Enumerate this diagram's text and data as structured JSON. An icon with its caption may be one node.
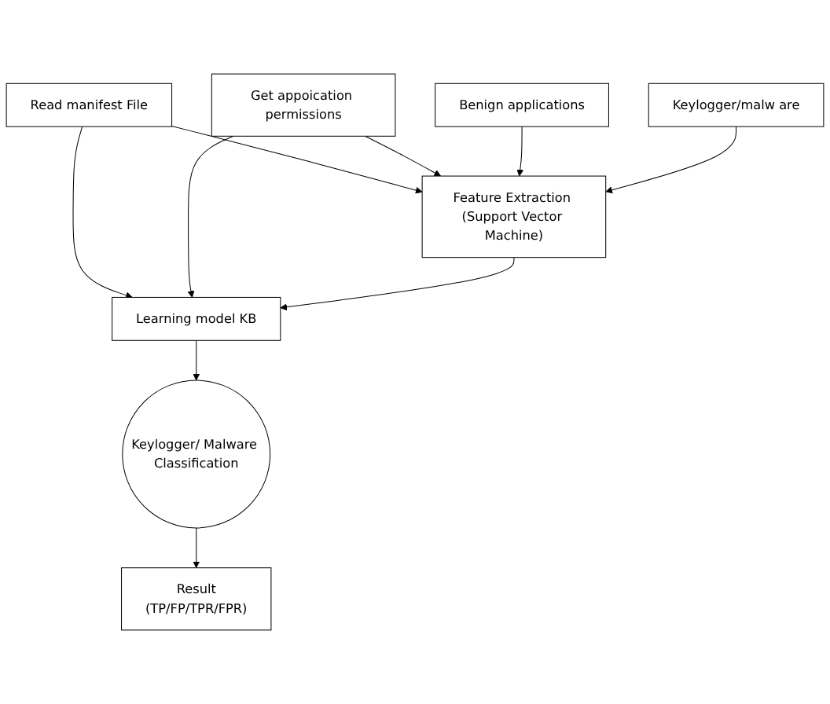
{
  "diagram": {
    "nodes": [
      {
        "text": [
          "Read manifest File"
        ]
      },
      {
        "text": [
          "Feature Extraction (Support Vector Machine)"
        ]
      },
      {
        "text": [
          "Get appoication permissions"
        ]
      },
      {
        "text": [
          "Learning model KB"
        ]
      },
      {
        "text": [
          "Benign applications"
        ]
      },
      {
        "text": [
          "Keylogger/malw are"
        ]
      },
      {
        "text": [
          "Keylogger/ Malware Classification"
        ]
      },
      {
        "text": [
          "Result",
          "(TP/FP/TPR/FPR)"
        ]
      }
    ],
    "edges": [
      {
        "from": 0,
        "to": 1,
        "arrow": "to"
      },
      {
        "from": 0,
        "to": 3,
        "arrow": "to"
      },
      {
        "from": 2,
        "to": 1,
        "arrow": "to"
      },
      {
        "from": 2,
        "to": 3,
        "arrow": "to"
      },
      {
        "from": 1,
        "to": 3,
        "arrow": "to"
      },
      {
        "from": 4,
        "to": 1,
        "arrow": "to"
      },
      {
        "from": 5,
        "to": 1,
        "arrow": "to"
      },
      {
        "from": 3,
        "to": 6,
        "arrow": "to"
      },
      {
        "from": 6,
        "to": 7,
        "arrow": "to"
      }
    ]
  }
}
